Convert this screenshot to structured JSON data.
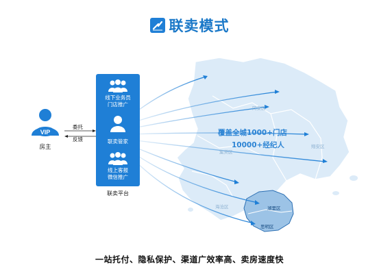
{
  "title": "联卖模式",
  "owner": {
    "badge": "VIP",
    "label": "房主"
  },
  "flows": {
    "consign": "委托",
    "feedback": "反馈"
  },
  "platform": {
    "items": [
      {
        "line1": "线下业务员",
        "line2": "门店推广",
        "icon": "users-group-icon"
      },
      {
        "line1": "联卖管家",
        "line2": "",
        "icon": "user-icon"
      },
      {
        "line1": "线上客报",
        "line2": "微信推广",
        "icon": "users-group-icon"
      }
    ],
    "label": "联卖平台"
  },
  "coverage": {
    "line1": "覆盖全城1000+门店",
    "line2": "10000+经纪人"
  },
  "regions": {
    "tongan": "同安区",
    "xiangan": "翔安区",
    "jimei": "集美区",
    "haicang": "海沧区",
    "huli": "湖里区",
    "siming": "思明区"
  },
  "tagline": "一站托付、隐私保护、渠道广效率高、卖房速度快",
  "colors": {
    "accent": "#1f7fd6",
    "map_fill": "#dcebf8",
    "island_fill": "#9cc3e6"
  }
}
